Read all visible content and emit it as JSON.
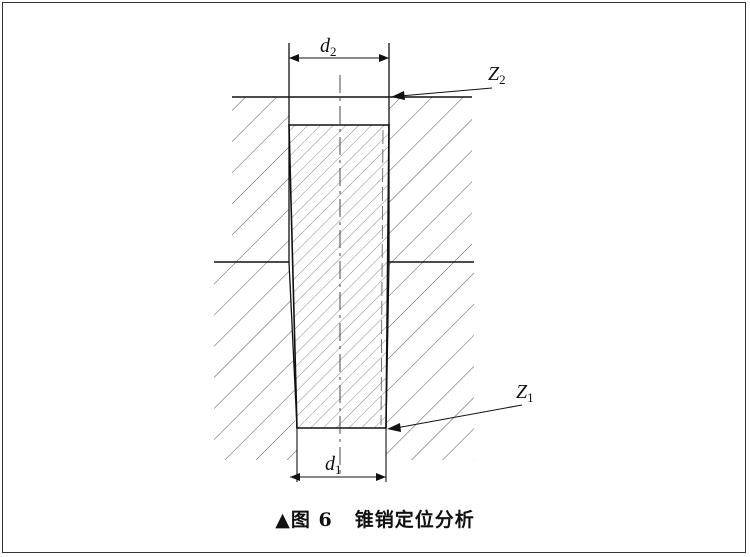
{
  "figure": {
    "caption_prefix": "▲图 6",
    "caption_title": "锥销定位分析"
  },
  "labels": {
    "d2": {
      "main": "d",
      "sub": "2"
    },
    "d1": {
      "main": "d",
      "sub": "1"
    },
    "z2": {
      "main": "Z",
      "sub": "2"
    },
    "z1": {
      "main": "Z",
      "sub": "1"
    }
  }
}
